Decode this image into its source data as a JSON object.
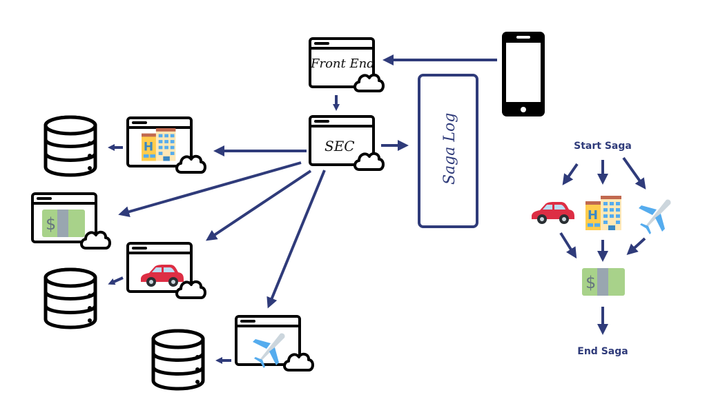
{
  "colors": {
    "arrow": "#2f3b7a",
    "outline": "#000000",
    "saga_log_border": "#2f3b7a",
    "money_green": "#a8d28a",
    "money_band": "#99a6b0",
    "car_red": "#dd2e44",
    "plane_blue": "#55acee",
    "hotel_yellow": "#ffcc4d"
  },
  "nodes": {
    "front_end": {
      "label": "Front End",
      "icon": "browser-cloud-icon"
    },
    "sec": {
      "label": "SEC",
      "icon": "browser-cloud-icon"
    },
    "saga_log": {
      "label": "Saga Log"
    },
    "phone": {
      "icon": "smartphone-icon"
    },
    "hotel_service": {
      "icon": "hotel-icon"
    },
    "payment_service": {
      "icon": "money-icon"
    },
    "car_service": {
      "icon": "car-icon"
    },
    "flight_service": {
      "icon": "airplane-icon"
    },
    "databases": [
      "hotel-db",
      "car-db",
      "flight-db"
    ]
  },
  "flow": {
    "start_label": "Start Saga",
    "end_label": "End Saga",
    "steps": [
      "car-icon",
      "hotel-icon",
      "airplane-icon",
      "money-icon"
    ]
  }
}
